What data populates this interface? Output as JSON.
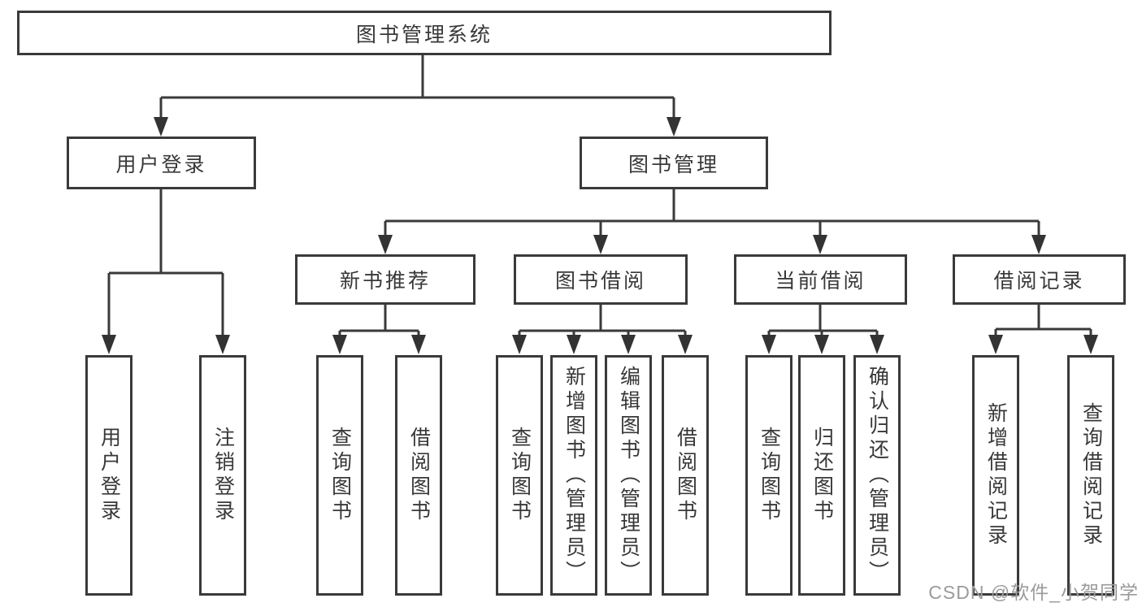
{
  "diagram_title": "图书管理系统",
  "tree": {
    "label": "图书管理系统",
    "children": [
      {
        "label": "用户登录",
        "children": [
          {
            "label": "用户登录"
          },
          {
            "label": "注销登录"
          }
        ]
      },
      {
        "label": "图书管理",
        "children": [
          {
            "label": "新书推荐",
            "children": [
              {
                "label": "查询图书"
              },
              {
                "label": "借阅图书"
              }
            ]
          },
          {
            "label": "图书借阅",
            "children": [
              {
                "label": "查询图书"
              },
              {
                "label": "新增图书（管理员）"
              },
              {
                "label": "编辑图书（管理员）"
              },
              {
                "label": "借阅图书"
              }
            ]
          },
          {
            "label": "当前借阅",
            "children": [
              {
                "label": "查询图书"
              },
              {
                "label": "归还图书"
              },
              {
                "label": "确认归还（管理员）"
              }
            ]
          },
          {
            "label": "借阅记录",
            "children": [
              {
                "label": "新增借阅记录"
              },
              {
                "label": "查询借阅记录"
              }
            ]
          }
        ]
      }
    ]
  },
  "watermark": "CSDN @软件_小贺同学",
  "colors": {
    "background": "#ffffff",
    "box_fill": "#ffffff",
    "box_border": "#3a3a3a",
    "connector": "#3a3a3a",
    "arrowhead": "#333333",
    "text": "#383838",
    "watermark": "#9b9b9b"
  }
}
